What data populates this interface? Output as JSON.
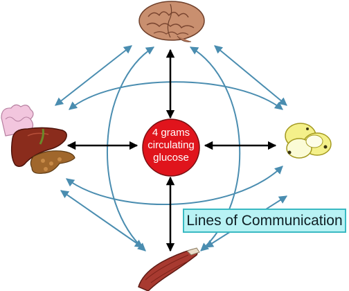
{
  "center": {
    "lines": [
      "4 grams",
      "circulating",
      "glucose"
    ],
    "fill_color": "#e0141c"
  },
  "callout": {
    "label": "Lines of Communication",
    "background": "#b8f2f4",
    "border": "#39b9c2"
  },
  "organs": [
    {
      "name": "brain",
      "icon": "brain-icon",
      "position": "top"
    },
    {
      "name": "liver-pancreas-intestine",
      "icon": "liver-icon",
      "position": "left"
    },
    {
      "name": "fat-cells",
      "icon": "adipose-icon",
      "position": "right"
    },
    {
      "name": "muscle",
      "icon": "muscle-icon",
      "position": "bottom"
    }
  ],
  "colors": {
    "communication_arrows": "#4a8db0",
    "main_arrows": "#000000"
  }
}
